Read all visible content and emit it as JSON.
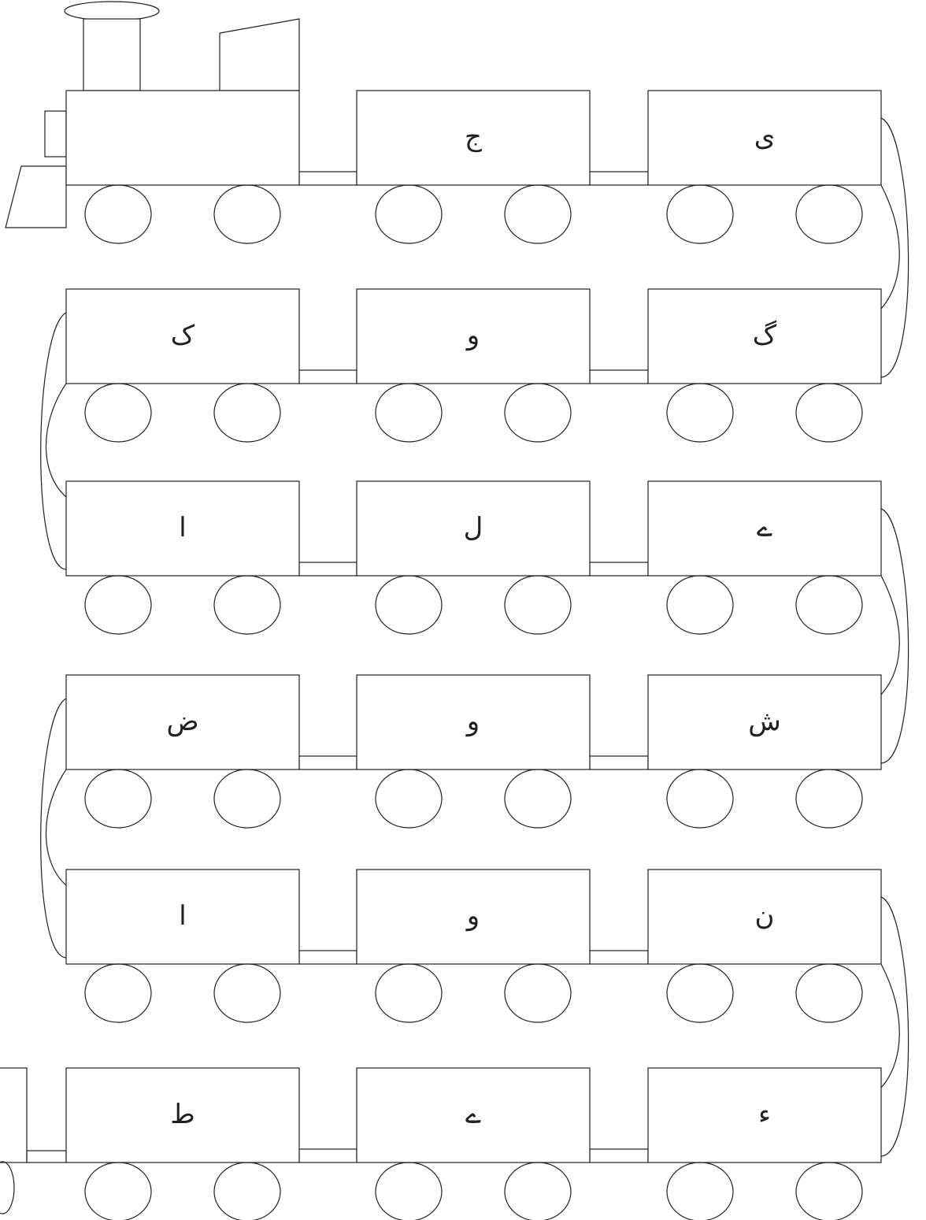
{
  "colors": {
    "line": "#231f20",
    "background": "#ffffff"
  },
  "rows": [
    {
      "cars": [
        {
          "letter": ""
        },
        {
          "letter": "ج"
        },
        {
          "letter": "ی"
        }
      ]
    },
    {
      "cars": [
        {
          "letter": "ک"
        },
        {
          "letter": "و"
        },
        {
          "letter": "گ"
        }
      ]
    },
    {
      "cars": [
        {
          "letter": "ا"
        },
        {
          "letter": "ل"
        },
        {
          "letter": "ے"
        }
      ]
    },
    {
      "cars": [
        {
          "letter": "ض"
        },
        {
          "letter": "و"
        },
        {
          "letter": "ش"
        }
      ]
    },
    {
      "cars": [
        {
          "letter": "ا"
        },
        {
          "letter": "و"
        },
        {
          "letter": "ن"
        }
      ]
    },
    {
      "cars": [
        {
          "letter": "ط"
        },
        {
          "letter": "ے"
        },
        {
          "letter": "ء"
        }
      ]
    }
  ]
}
